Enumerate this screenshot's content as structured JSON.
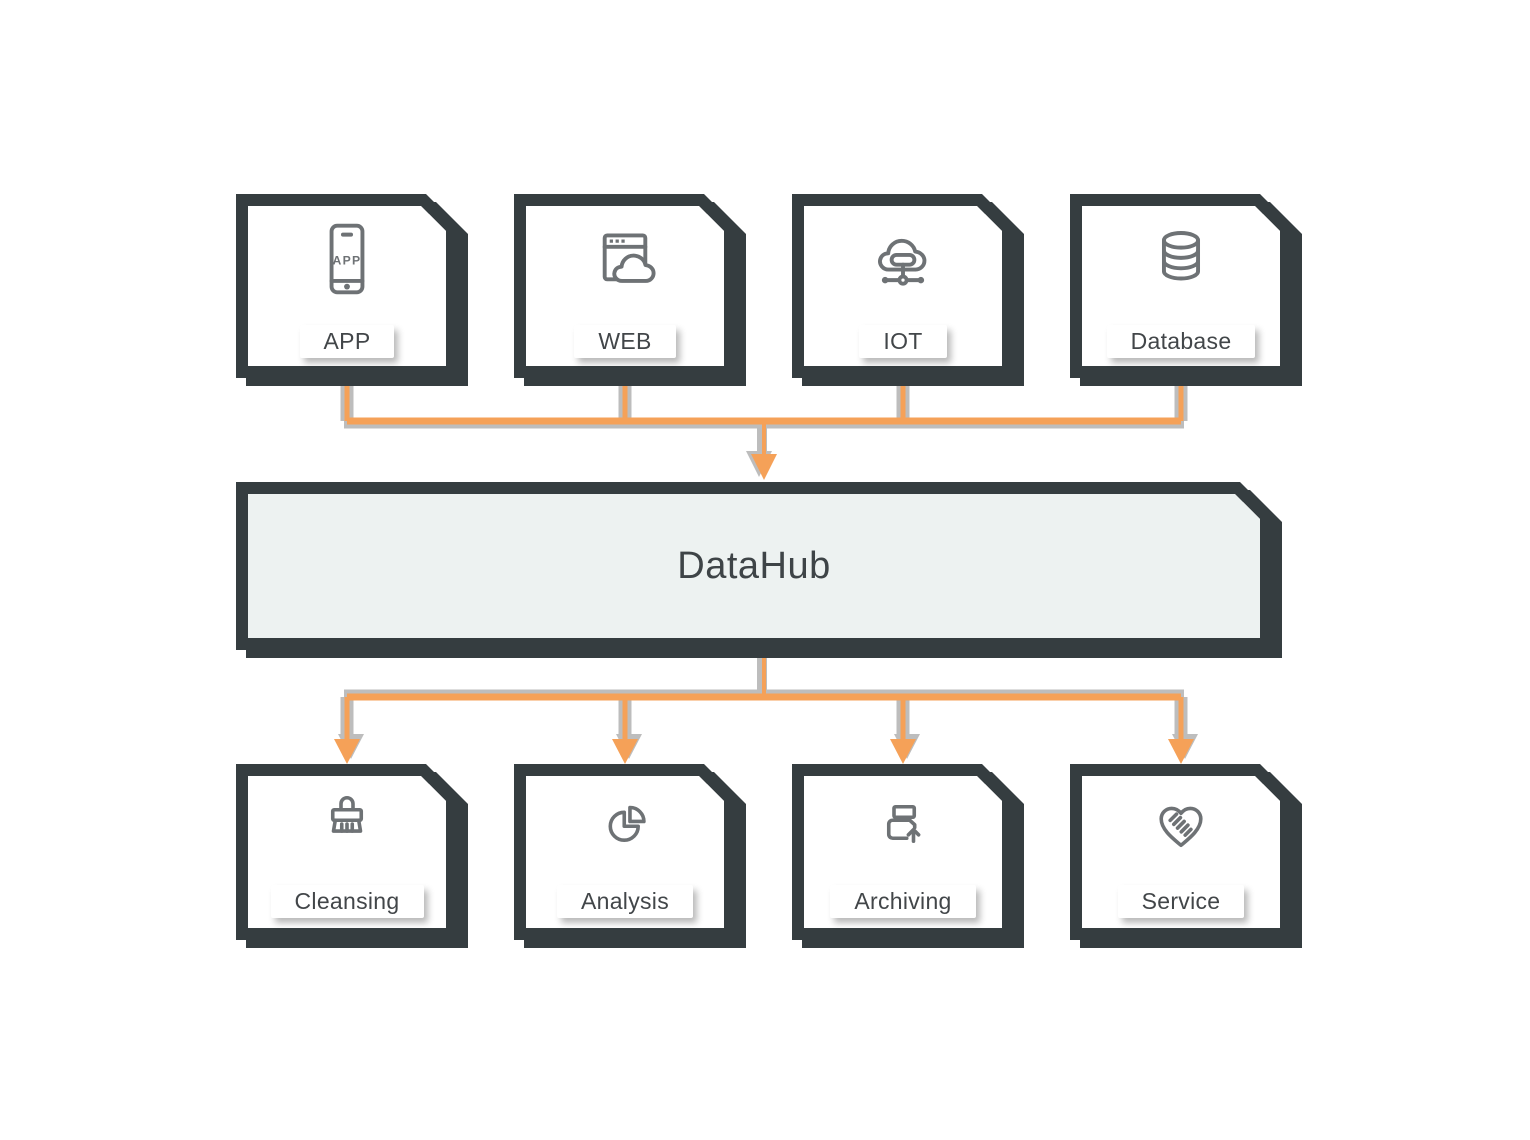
{
  "diagram": {
    "colors": {
      "accent_orange": "#F5A158",
      "shadow_gray": "#BDBDBD",
      "frame_dark": "#353D40",
      "icon_gray": "#6E7275",
      "hub_fill": "#EDF2F1",
      "node_fill": "#FFFFFF",
      "label_text": "#424649"
    },
    "sources": [
      {
        "id": "app",
        "label": "APP",
        "icon": "smartphone-app-icon",
        "icon_text": "APP"
      },
      {
        "id": "web",
        "label": "WEB",
        "icon": "browser-cloud-icon"
      },
      {
        "id": "iot",
        "label": "IOT",
        "icon": "cloud-network-icon"
      },
      {
        "id": "database",
        "label": "Database",
        "icon": "database-icon"
      }
    ],
    "hub": {
      "label": "DataHub"
    },
    "processes": [
      {
        "id": "cleansing",
        "label": "Cleansing",
        "icon": "brush-icon"
      },
      {
        "id": "analysis",
        "label": "Analysis",
        "icon": "pie-chart-icon"
      },
      {
        "id": "archiving",
        "label": "Archiving",
        "icon": "archive-upload-icon"
      },
      {
        "id": "service",
        "label": "Service",
        "icon": "handshake-heart-icon"
      }
    ],
    "flows": [
      {
        "from": [
          "APP",
          "WEB",
          "IOT",
          "Database"
        ],
        "to": "DataHub"
      },
      {
        "from": "DataHub",
        "to": [
          "Cleansing",
          "Analysis",
          "Archiving",
          "Service"
        ]
      }
    ]
  }
}
